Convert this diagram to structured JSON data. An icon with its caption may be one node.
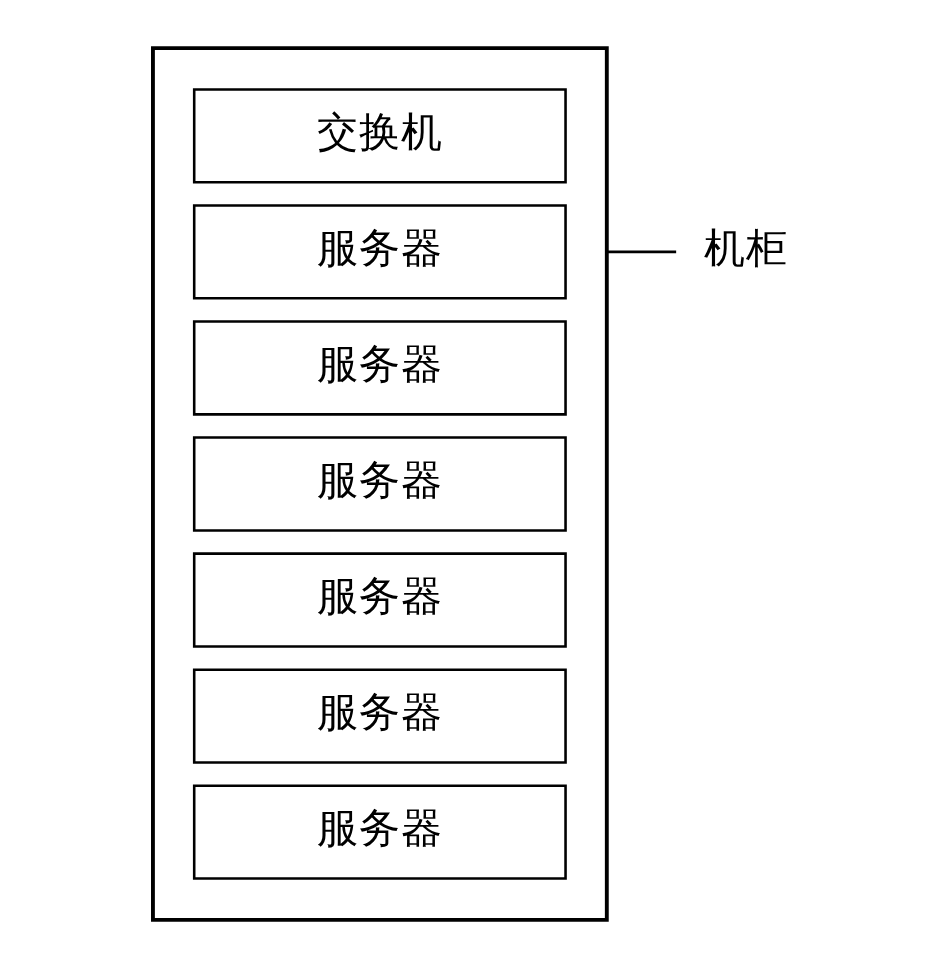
{
  "diagram": {
    "nodes": [
      {
        "text": [],
        "shape": "box"
      },
      {
        "text": [
          "交换机"
        ],
        "in": 0
      },
      {
        "text": [
          "服务器"
        ],
        "in": 0
      },
      {
        "text": [
          "服务器"
        ],
        "in": 0
      },
      {
        "text": [
          "服务器"
        ],
        "in": 0
      },
      {
        "text": [
          "服务器"
        ],
        "in": 0
      },
      {
        "text": [
          "服务器"
        ],
        "in": 0
      },
      {
        "text": [
          "服务器"
        ],
        "in": 0
      },
      {
        "text": [
          "机柜"
        ]
      }
    ],
    "edges": [
      {
        "from": 8,
        "to": 0,
        "arrow": "none"
      }
    ]
  }
}
